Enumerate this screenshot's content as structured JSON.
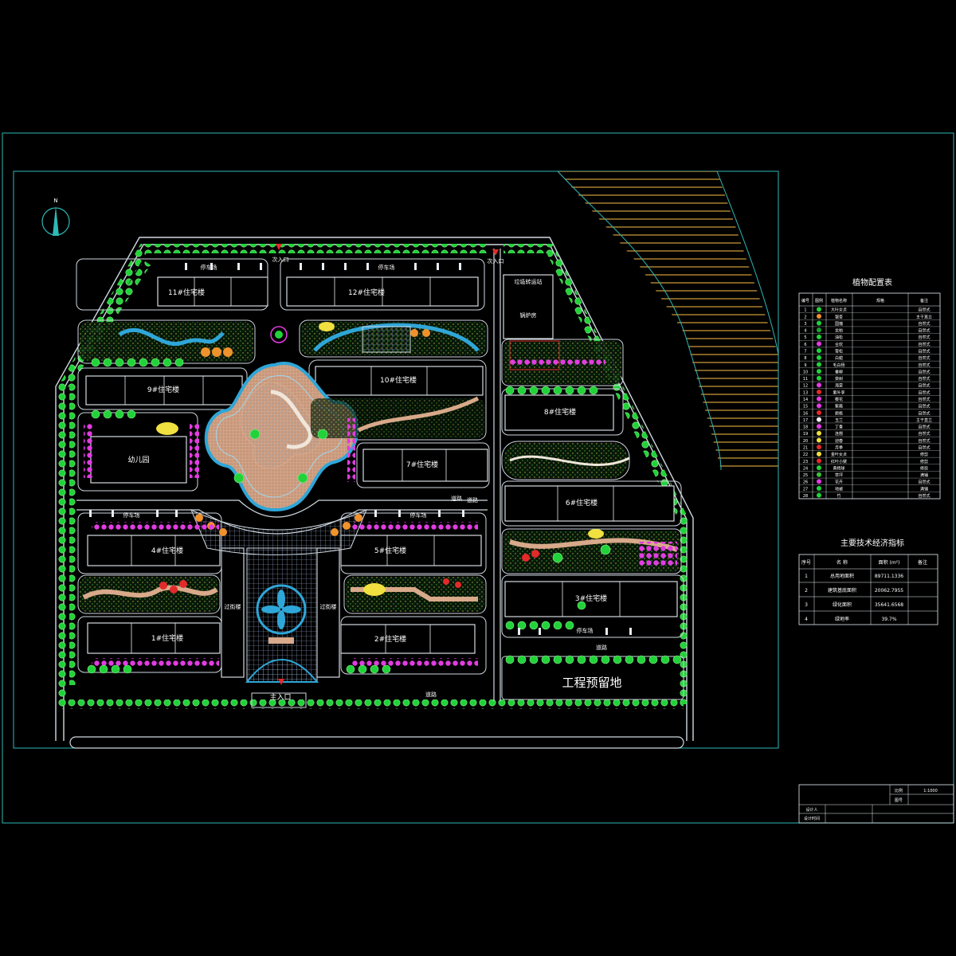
{
  "colors": {
    "background": "#000000",
    "frame": "#2fb8b8",
    "road": "#cfd8e0",
    "tree": "#1fd13a",
    "flower_magenta": "#e23ce2",
    "flower_red": "#e22a2a",
    "orange": "#f0922c",
    "path": "#d8a98a",
    "water": "#2fa6d8",
    "yellow": "#f0e040"
  },
  "north_label": "N",
  "entrances": {
    "north_secondary": "次入口",
    "east_secondary": "次入口",
    "main": "主入口"
  },
  "buildings": {
    "b11": "11#住宅楼",
    "b12": "12#住宅楼",
    "b9": "9#住宅楼",
    "b10": "10#住宅楼",
    "b8": "8#住宅楼",
    "kindergarten": "幼儿园",
    "b7": "7#住宅楼",
    "b6": "6#住宅楼",
    "b4": "4#住宅楼",
    "b5": "5#住宅楼",
    "b3": "3#住宅楼",
    "b1": "1#住宅楼",
    "b2": "2#住宅楼",
    "road_label_1": "道路",
    "road_label_2": "道路",
    "road_label_3": "道路",
    "road_label_4": "道路",
    "shop_left": "过街楼",
    "shop_right": "过街楼",
    "transformer": "垃圾转运站",
    "boiler": "锅炉房",
    "reserve": "工程预留地",
    "parking_1": "停车场",
    "parking_2": "停车场",
    "parking_3": "停车场",
    "parking_4": "停车场",
    "parking_5": "停车场"
  },
  "plant_table": {
    "title": "植物配置表",
    "headers": [
      "编号",
      "图例",
      "植物名称",
      "规格",
      "备注"
    ],
    "rows": [
      [
        "1",
        "大叶女贞",
        "自然式"
      ],
      [
        "2",
        "银杏",
        "主干直立"
      ],
      [
        "3",
        "国槐",
        "自然式"
      ],
      [
        "4",
        "龙柏",
        "自然式"
      ],
      [
        "5",
        "油松",
        "自然式"
      ],
      [
        "6",
        "合欢",
        "自然式"
      ],
      [
        "7",
        "雪松",
        "自然式"
      ],
      [
        "8",
        "白蜡",
        "自然式"
      ],
      [
        "9",
        "毛白杨",
        "自然式"
      ],
      [
        "10",
        "垂柳",
        "自然式"
      ],
      [
        "11",
        "栾树",
        "自然式"
      ],
      [
        "12",
        "海棠",
        "自然式"
      ],
      [
        "13",
        "紫叶李",
        "自然式"
      ],
      [
        "14",
        "樱花",
        "自然式"
      ],
      [
        "15",
        "紫薇",
        "自然式"
      ],
      [
        "16",
        "碧桃",
        "自然式"
      ],
      [
        "17",
        "玉兰",
        "主干直立"
      ],
      [
        "18",
        "丁香",
        "自然式"
      ],
      [
        "19",
        "连翘",
        "自然式"
      ],
      [
        "20",
        "迎春",
        "自然式"
      ],
      [
        "21",
        "月季",
        "自然式"
      ],
      [
        "22",
        "金叶女贞",
        "修剪"
      ],
      [
        "23",
        "红叶小檗",
        "修剪"
      ],
      [
        "24",
        "黄杨球",
        "修剪"
      ],
      [
        "25",
        "草坪",
        "满铺"
      ],
      [
        "26",
        "花卉",
        "自然式"
      ],
      [
        "27",
        "地被",
        "满铺"
      ],
      [
        "28",
        "竹",
        "自然式"
      ]
    ]
  },
  "eco_table": {
    "title": "主要技术经济指标",
    "headers": [
      "序号",
      "名 称",
      "面积 (m²)",
      "备注"
    ],
    "rows": [
      [
        "1",
        "总用地面积",
        "89711.1336",
        ""
      ],
      [
        "2",
        "建筑基底面积",
        "20062.7955",
        ""
      ],
      [
        "3",
        "绿化面积",
        "35641.6568",
        ""
      ],
      [
        "4",
        "绿地率",
        "39.7%",
        ""
      ]
    ]
  },
  "title_block": {
    "scale_label": "比例",
    "scale_value": "1:1000",
    "drawing_no_label": "图号",
    "designer_label": "设计人",
    "date_label": "设计时间"
  }
}
